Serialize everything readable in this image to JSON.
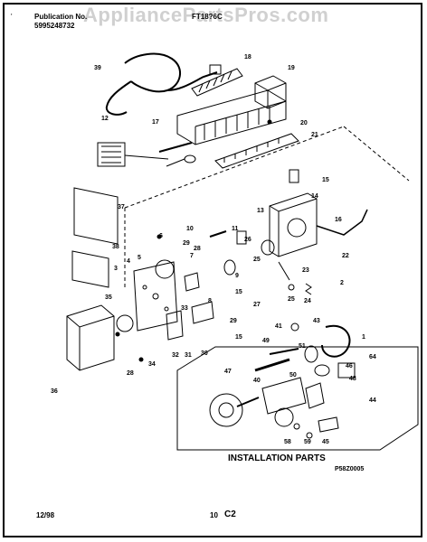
{
  "header": {
    "tick": "'",
    "publication_label": "Publication No.",
    "publication_number": "5995248732",
    "model_number": "FT18?6C",
    "watermark": "AppliancePartsPros.com"
  },
  "callouts": [
    {
      "id": "39",
      "text": "39"
    },
    {
      "id": "18",
      "text": "18"
    },
    {
      "id": "19",
      "text": "19"
    },
    {
      "id": "12",
      "text": "12"
    },
    {
      "id": "17",
      "text": "17"
    },
    {
      "id": "20",
      "text": "20"
    },
    {
      "id": "21",
      "text": "21"
    },
    {
      "id": "15a",
      "text": "15"
    },
    {
      "id": "14",
      "text": "14"
    },
    {
      "id": "37",
      "text": "37"
    },
    {
      "id": "13",
      "text": "13"
    },
    {
      "id": "16",
      "text": "16"
    },
    {
      "id": "10",
      "text": "10"
    },
    {
      "id": "11",
      "text": "11"
    },
    {
      "id": "26",
      "text": "26"
    },
    {
      "id": "28a",
      "text": "28"
    },
    {
      "id": "22",
      "text": "22"
    },
    {
      "id": "38",
      "text": "38"
    },
    {
      "id": "6",
      "text": "6"
    },
    {
      "id": "29a",
      "text": "29"
    },
    {
      "id": "7",
      "text": "7"
    },
    {
      "id": "25a",
      "text": "25"
    },
    {
      "id": "23",
      "text": "23"
    },
    {
      "id": "3",
      "text": "3"
    },
    {
      "id": "4",
      "text": "4"
    },
    {
      "id": "5",
      "text": "5"
    },
    {
      "id": "9",
      "text": "9"
    },
    {
      "id": "2",
      "text": "2"
    },
    {
      "id": "15b",
      "text": "15"
    },
    {
      "id": "27",
      "text": "27"
    },
    {
      "id": "25b",
      "text": "25"
    },
    {
      "id": "24",
      "text": "24"
    },
    {
      "id": "35",
      "text": "35"
    },
    {
      "id": "8",
      "text": "8"
    },
    {
      "id": "33",
      "text": "33"
    },
    {
      "id": "29b",
      "text": "29"
    },
    {
      "id": "36",
      "text": "36"
    },
    {
      "id": "32",
      "text": "32"
    },
    {
      "id": "31",
      "text": "31"
    },
    {
      "id": "30",
      "text": "30"
    },
    {
      "id": "15c",
      "text": "15"
    },
    {
      "id": "28b",
      "text": "28"
    },
    {
      "id": "34",
      "text": "34"
    },
    {
      "id": "41",
      "text": "41"
    },
    {
      "id": "43",
      "text": "43"
    },
    {
      "id": "1",
      "text": "1"
    },
    {
      "id": "49",
      "text": "49"
    },
    {
      "id": "51",
      "text": "51"
    },
    {
      "id": "64",
      "text": "64"
    },
    {
      "id": "47",
      "text": "47"
    },
    {
      "id": "50",
      "text": "50"
    },
    {
      "id": "46",
      "text": "46"
    },
    {
      "id": "48",
      "text": "48"
    },
    {
      "id": "40",
      "text": "40"
    },
    {
      "id": "44",
      "text": "44"
    },
    {
      "id": "58",
      "text": "58"
    },
    {
      "id": "59",
      "text": "59"
    },
    {
      "id": "45",
      "text": "45"
    }
  ],
  "installation_parts": "INSTALLATION PARTS",
  "diagram_code": "P58Z0005",
  "footer": {
    "date": "12/98",
    "page": "10",
    "section": "C2"
  }
}
